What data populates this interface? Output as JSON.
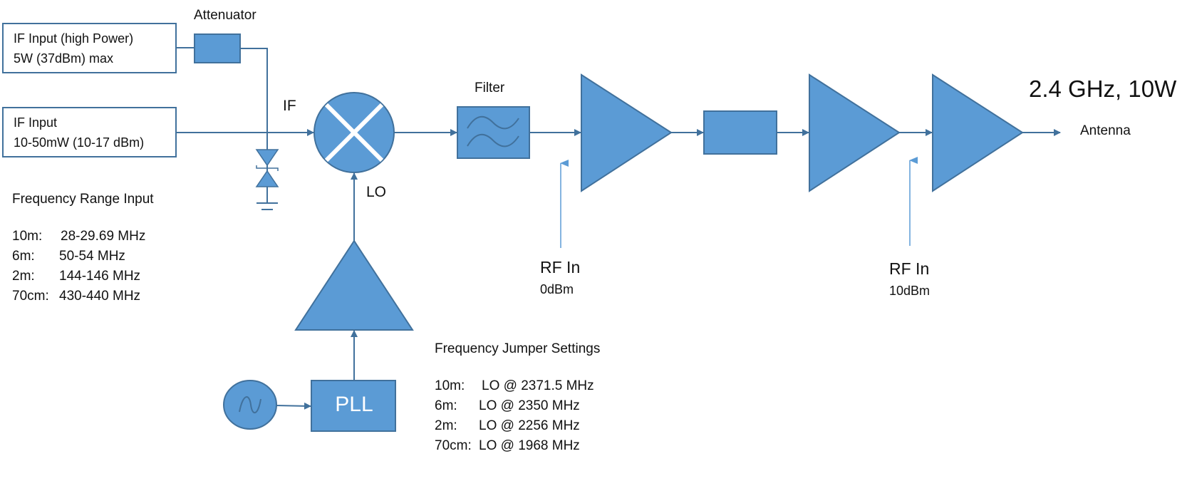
{
  "title": "2.4 GHz, 10W",
  "colors": {
    "fill": "#5b9bd5",
    "stroke": "#41719c",
    "text": "#111111"
  },
  "inputs": {
    "high_power": {
      "line1": "IF Input (high Power)",
      "line2": "5W (37dBm) max"
    },
    "normal": {
      "line1": "IF Input",
      "line2": "10-50mW (10-17 dBm)"
    }
  },
  "labels": {
    "attenuator": "Attenuator",
    "if": "IF",
    "lo": "LO",
    "filter": "Filter",
    "pll": "PLL",
    "antenna": "Antenna"
  },
  "rf_in": [
    {
      "label": "RF In",
      "level": "0dBm"
    },
    {
      "label": "RF In",
      "level": "10dBm"
    }
  ],
  "frequency_range": {
    "heading": "Frequency Range Input",
    "rows": [
      {
        "band": "10m:",
        "range": "28-29.69 MHz"
      },
      {
        "band": "6m:",
        "range": "50-54 MHz"
      },
      {
        "band": "2m:",
        "range": "144-146 MHz"
      },
      {
        "band": "70cm:",
        "range": "430-440 MHz"
      }
    ]
  },
  "jumper_settings": {
    "heading": "Frequency Jumper Settings",
    "rows": [
      {
        "band": "10m:",
        "lo": "LO @ 2371.5 MHz"
      },
      {
        "band": "6m:",
        "lo": "LO @ 2350 MHz"
      },
      {
        "band": "2m:",
        "lo": "LO @ 2256 MHz"
      },
      {
        "band": "70cm:",
        "lo": "LO @ 1968 MHz"
      }
    ]
  }
}
